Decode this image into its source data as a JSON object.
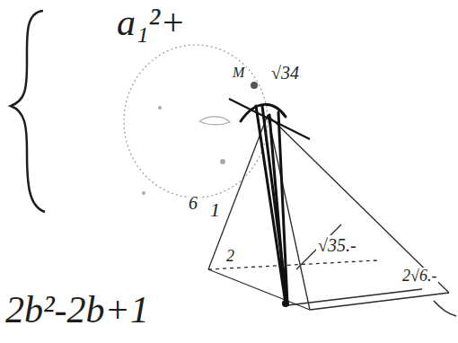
{
  "diagram": {
    "labels": [
      "a₁²+",
      "M",
      "√34",
      "6",
      "1",
      "2",
      "√35.-",
      "2√6.-",
      "2b²-2b+1"
    ]
  }
}
